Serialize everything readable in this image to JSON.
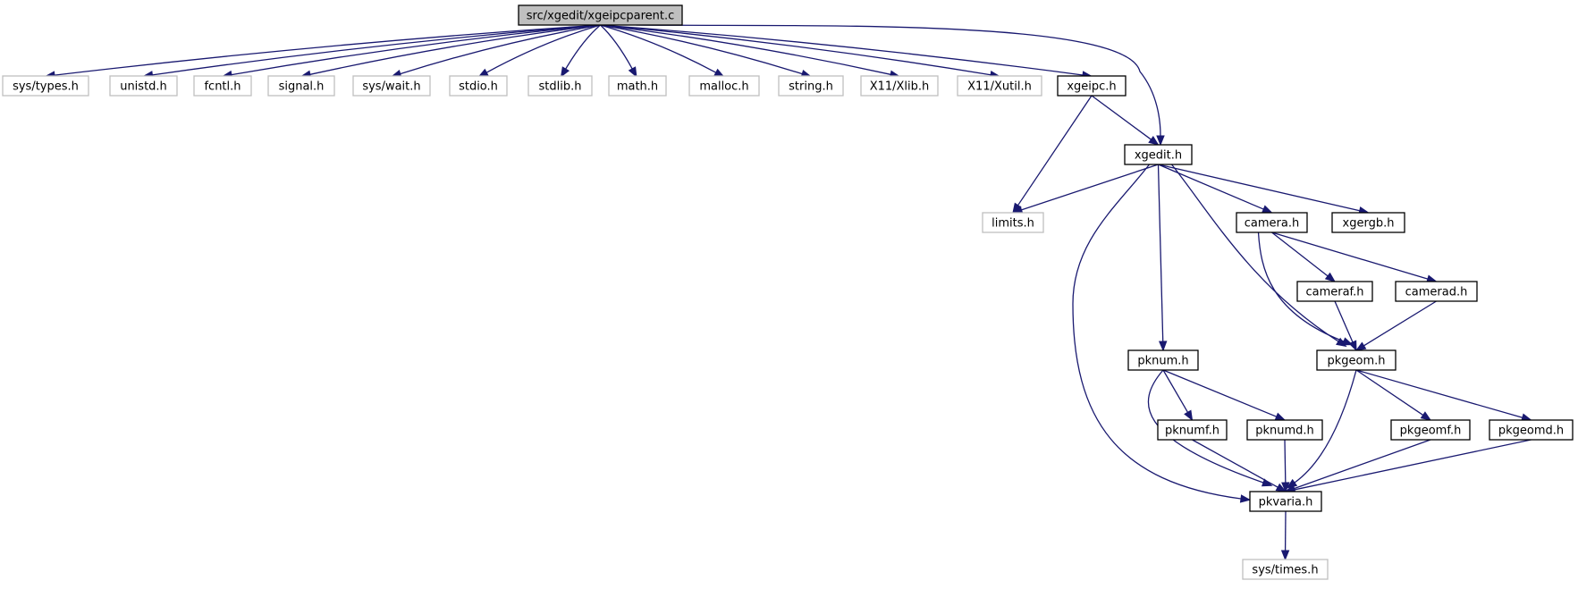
{
  "colors": {
    "edge": "#191970",
    "root_fill": "#bfbfbf",
    "system_border": "#bfbfbf",
    "local_border": "#000000"
  },
  "nodes": [
    {
      "id": "root",
      "label": "src/xgedit/xgeipcparent.c",
      "kind": "root"
    },
    {
      "id": "sys_types",
      "label": "sys/types.h",
      "kind": "system"
    },
    {
      "id": "unistd",
      "label": "unistd.h",
      "kind": "system"
    },
    {
      "id": "fcntl",
      "label": "fcntl.h",
      "kind": "system"
    },
    {
      "id": "signal",
      "label": "signal.h",
      "kind": "system"
    },
    {
      "id": "sys_wait",
      "label": "sys/wait.h",
      "kind": "system"
    },
    {
      "id": "stdio",
      "label": "stdio.h",
      "kind": "system"
    },
    {
      "id": "stdlib",
      "label": "stdlib.h",
      "kind": "system"
    },
    {
      "id": "math",
      "label": "math.h",
      "kind": "system"
    },
    {
      "id": "malloc",
      "label": "malloc.h",
      "kind": "system"
    },
    {
      "id": "string",
      "label": "string.h",
      "kind": "system"
    },
    {
      "id": "xlib",
      "label": "X11/Xlib.h",
      "kind": "system"
    },
    {
      "id": "xutil",
      "label": "X11/Xutil.h",
      "kind": "system"
    },
    {
      "id": "xgeipc",
      "label": "xgeipc.h",
      "kind": "local"
    },
    {
      "id": "xgedit",
      "label": "xgedit.h",
      "kind": "local"
    },
    {
      "id": "limits",
      "label": "limits.h",
      "kind": "system"
    },
    {
      "id": "camera",
      "label": "camera.h",
      "kind": "local"
    },
    {
      "id": "xgergb",
      "label": "xgergb.h",
      "kind": "local"
    },
    {
      "id": "cameraf",
      "label": "cameraf.h",
      "kind": "local"
    },
    {
      "id": "camerad",
      "label": "camerad.h",
      "kind": "local"
    },
    {
      "id": "pknum",
      "label": "pknum.h",
      "kind": "local"
    },
    {
      "id": "pkgeom",
      "label": "pkgeom.h",
      "kind": "local"
    },
    {
      "id": "pknumf",
      "label": "pknumf.h",
      "kind": "local"
    },
    {
      "id": "pknumd",
      "label": "pknumd.h",
      "kind": "local"
    },
    {
      "id": "pkgeomf",
      "label": "pkgeomf.h",
      "kind": "local"
    },
    {
      "id": "pkgeomd",
      "label": "pkgeomd.h",
      "kind": "local"
    },
    {
      "id": "pkvaria",
      "label": "pkvaria.h",
      "kind": "local"
    },
    {
      "id": "sys_times",
      "label": "sys/times.h",
      "kind": "system"
    }
  ],
  "edges": [
    {
      "from": "root",
      "to": "sys_types"
    },
    {
      "from": "root",
      "to": "unistd"
    },
    {
      "from": "root",
      "to": "fcntl"
    },
    {
      "from": "root",
      "to": "signal"
    },
    {
      "from": "root",
      "to": "sys_wait"
    },
    {
      "from": "root",
      "to": "stdio"
    },
    {
      "from": "root",
      "to": "stdlib"
    },
    {
      "from": "root",
      "to": "math"
    },
    {
      "from": "root",
      "to": "malloc"
    },
    {
      "from": "root",
      "to": "string"
    },
    {
      "from": "root",
      "to": "xlib"
    },
    {
      "from": "root",
      "to": "xutil"
    },
    {
      "from": "root",
      "to": "xgeipc"
    },
    {
      "from": "root",
      "to": "xgedit"
    },
    {
      "from": "xgeipc",
      "to": "xgedit"
    },
    {
      "from": "xgeipc",
      "to": "limits"
    },
    {
      "from": "xgedit",
      "to": "limits"
    },
    {
      "from": "xgedit",
      "to": "camera"
    },
    {
      "from": "xgedit",
      "to": "xgergb"
    },
    {
      "from": "xgedit",
      "to": "pknum"
    },
    {
      "from": "xgedit",
      "to": "pkgeom"
    },
    {
      "from": "xgedit",
      "to": "pkvaria"
    },
    {
      "from": "camera",
      "to": "cameraf"
    },
    {
      "from": "camera",
      "to": "camerad"
    },
    {
      "from": "camera",
      "to": "pkgeom"
    },
    {
      "from": "cameraf",
      "to": "pkgeom"
    },
    {
      "from": "camerad",
      "to": "pkgeom"
    },
    {
      "from": "pknum",
      "to": "pknumf"
    },
    {
      "from": "pknum",
      "to": "pknumd"
    },
    {
      "from": "pknum",
      "to": "pkvaria"
    },
    {
      "from": "pkgeom",
      "to": "pkgeomf"
    },
    {
      "from": "pkgeom",
      "to": "pkgeomd"
    },
    {
      "from": "pkgeom",
      "to": "pkvaria"
    },
    {
      "from": "pknumf",
      "to": "pkvaria"
    },
    {
      "from": "pknumd",
      "to": "pkvaria"
    },
    {
      "from": "pkgeomf",
      "to": "pkvaria"
    },
    {
      "from": "pkgeomd",
      "to": "pkvaria"
    },
    {
      "from": "pkvaria",
      "to": "sys_times"
    }
  ]
}
